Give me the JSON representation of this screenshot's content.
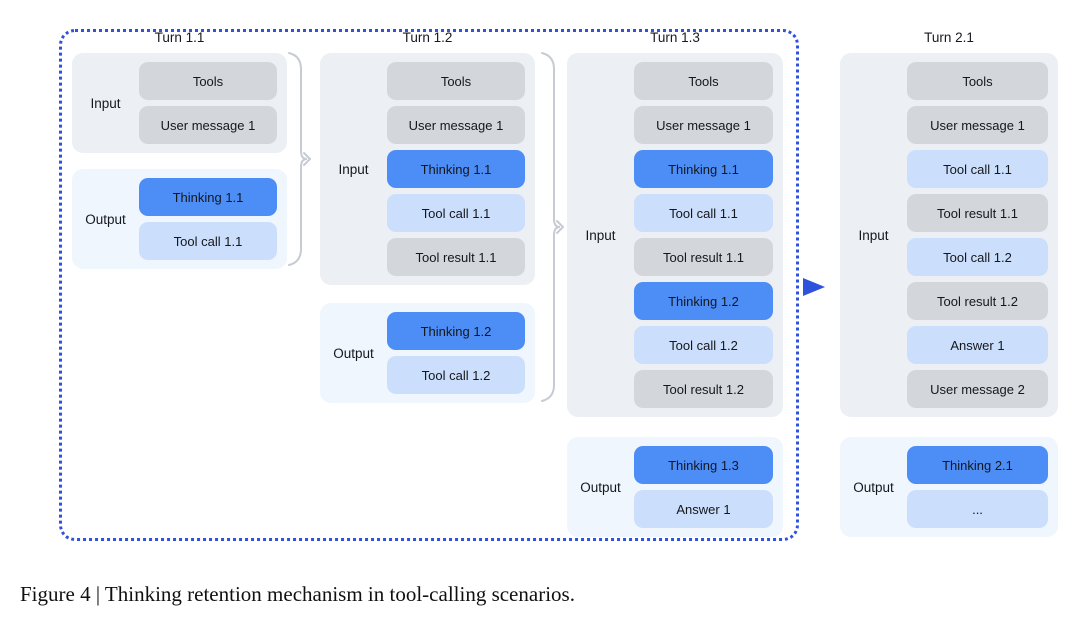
{
  "figure": {
    "caption": "Figure 4 | Thinking retention mechanism in tool-calling scenarios."
  },
  "colors": {
    "accent-blue": "#2E52DC",
    "chip-blue": "#4D8DF6",
    "chip-lightblue": "#CBDEFB",
    "chip-gray": "#D3D7DC",
    "input-bg": "#ECEFF3",
    "output-bg": "#F0F6FE",
    "bracket": "#C6CBD4",
    "text": "#15181d"
  },
  "turns": [
    {
      "title": "Turn 1.1",
      "input": {
        "label": "Input",
        "chips": [
          {
            "label": "Tools",
            "style": "gray"
          },
          {
            "label": "User message 1",
            "style": "gray"
          }
        ]
      },
      "output": {
        "label": "Output",
        "chips": [
          {
            "label": "Thinking 1.1",
            "style": "blue"
          },
          {
            "label": "Tool call 1.1",
            "style": "lightblue"
          }
        ]
      }
    },
    {
      "title": "Turn 1.2",
      "input": {
        "label": "Input",
        "chips": [
          {
            "label": "Tools",
            "style": "gray"
          },
          {
            "label": "User message 1",
            "style": "gray"
          },
          {
            "label": "Thinking 1.1",
            "style": "blue"
          },
          {
            "label": "Tool call 1.1",
            "style": "lightblue"
          },
          {
            "label": "Tool result 1.1",
            "style": "gray"
          }
        ]
      },
      "output": {
        "label": "Output",
        "chips": [
          {
            "label": "Thinking 1.2",
            "style": "blue"
          },
          {
            "label": "Tool call 1.2",
            "style": "lightblue"
          }
        ]
      }
    },
    {
      "title": "Turn 1.3",
      "input": {
        "label": "Input",
        "chips": [
          {
            "label": "Tools",
            "style": "gray"
          },
          {
            "label": "User message 1",
            "style": "gray"
          },
          {
            "label": "Thinking 1.1",
            "style": "blue"
          },
          {
            "label": "Tool call 1.1",
            "style": "lightblue"
          },
          {
            "label": "Tool result 1.1",
            "style": "gray"
          },
          {
            "label": "Thinking 1.2",
            "style": "blue"
          },
          {
            "label": "Tool call 1.2",
            "style": "lightblue"
          },
          {
            "label": "Tool result 1.2",
            "style": "gray"
          }
        ]
      },
      "output": {
        "label": "Output",
        "chips": [
          {
            "label": "Thinking 1.3",
            "style": "blue"
          },
          {
            "label": "Answer 1",
            "style": "lightblue"
          }
        ]
      }
    },
    {
      "title": "Turn 2.1",
      "input": {
        "label": "Input",
        "chips": [
          {
            "label": "Tools",
            "style": "gray"
          },
          {
            "label": "User message 1",
            "style": "gray"
          },
          {
            "label": "Tool call 1.1",
            "style": "lightblue"
          },
          {
            "label": "Tool result 1.1",
            "style": "gray"
          },
          {
            "label": "Tool call 1.2",
            "style": "lightblue"
          },
          {
            "label": "Tool result 1.2",
            "style": "gray"
          },
          {
            "label": "Answer 1",
            "style": "lightblue"
          },
          {
            "label": "User message 2",
            "style": "gray"
          }
        ]
      },
      "output": {
        "label": "Output",
        "chips": [
          {
            "label": "Thinking 2.1",
            "style": "blue"
          },
          {
            "label": "...",
            "style": "lightblue"
          }
        ]
      }
    }
  ]
}
